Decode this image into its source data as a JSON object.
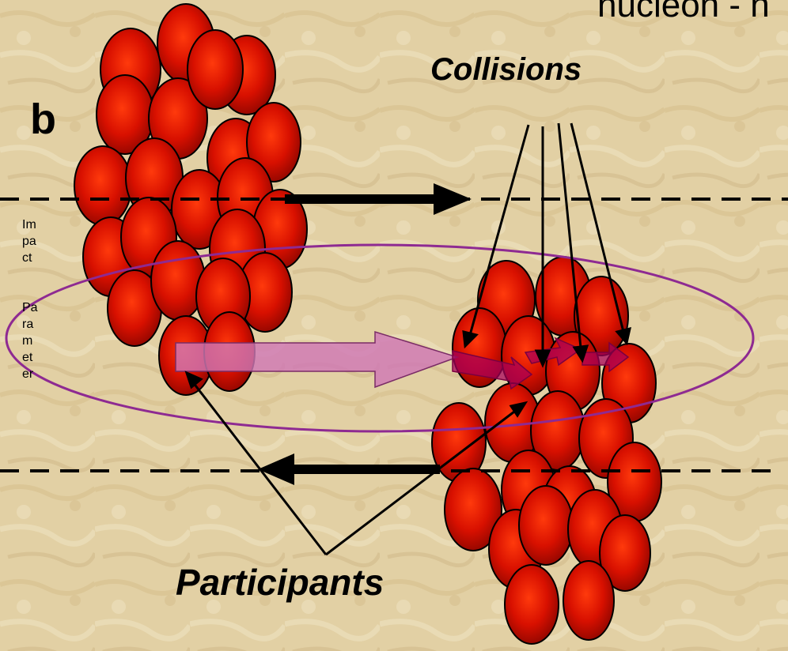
{
  "header_text": "nucleon - n",
  "b_label": "b",
  "collisions_label": "Collisions",
  "participants_label": "Participants",
  "impact_parameter": {
    "lines": [
      "Im",
      "pa",
      "ct",
      "Pa",
      "ra",
      "m",
      "et",
      "er"
    ]
  },
  "colors": {
    "background": "#e2d0a4",
    "nucleon": "#e81400",
    "nucleon_outline": "#000000",
    "overlap_ellipse": "#8e2a92",
    "participant_arrow": "#c866a8",
    "participant_arrow_dark": "#9a0046"
  }
}
